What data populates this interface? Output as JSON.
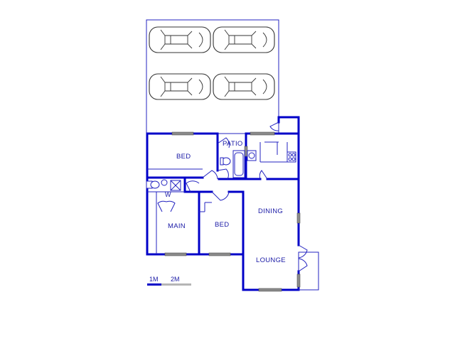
{
  "rooms": {
    "patio": "PATIO",
    "bed_top": "BED",
    "main": "MAIN",
    "bed_bottom": "BED",
    "dining": "DINING",
    "lounge": "LOUNGE"
  },
  "scale": {
    "label_1": "1M",
    "label_2": "2M"
  },
  "fixtures": {
    "washer_label": "W"
  },
  "colors": {
    "wall": "#0000c8",
    "line": "#2323c0",
    "window": "#8a8a8a"
  },
  "cars": 4
}
